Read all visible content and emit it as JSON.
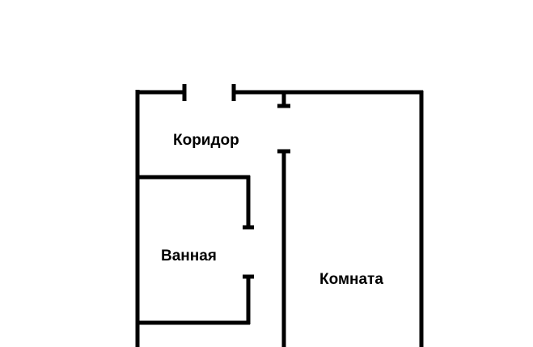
{
  "rooms": {
    "corridor": "Коридор",
    "bathroom": "Ванная",
    "room": "Комната"
  },
  "colors": {
    "wall": "#000000",
    "background": "#ffffff",
    "label": "#000000"
  }
}
